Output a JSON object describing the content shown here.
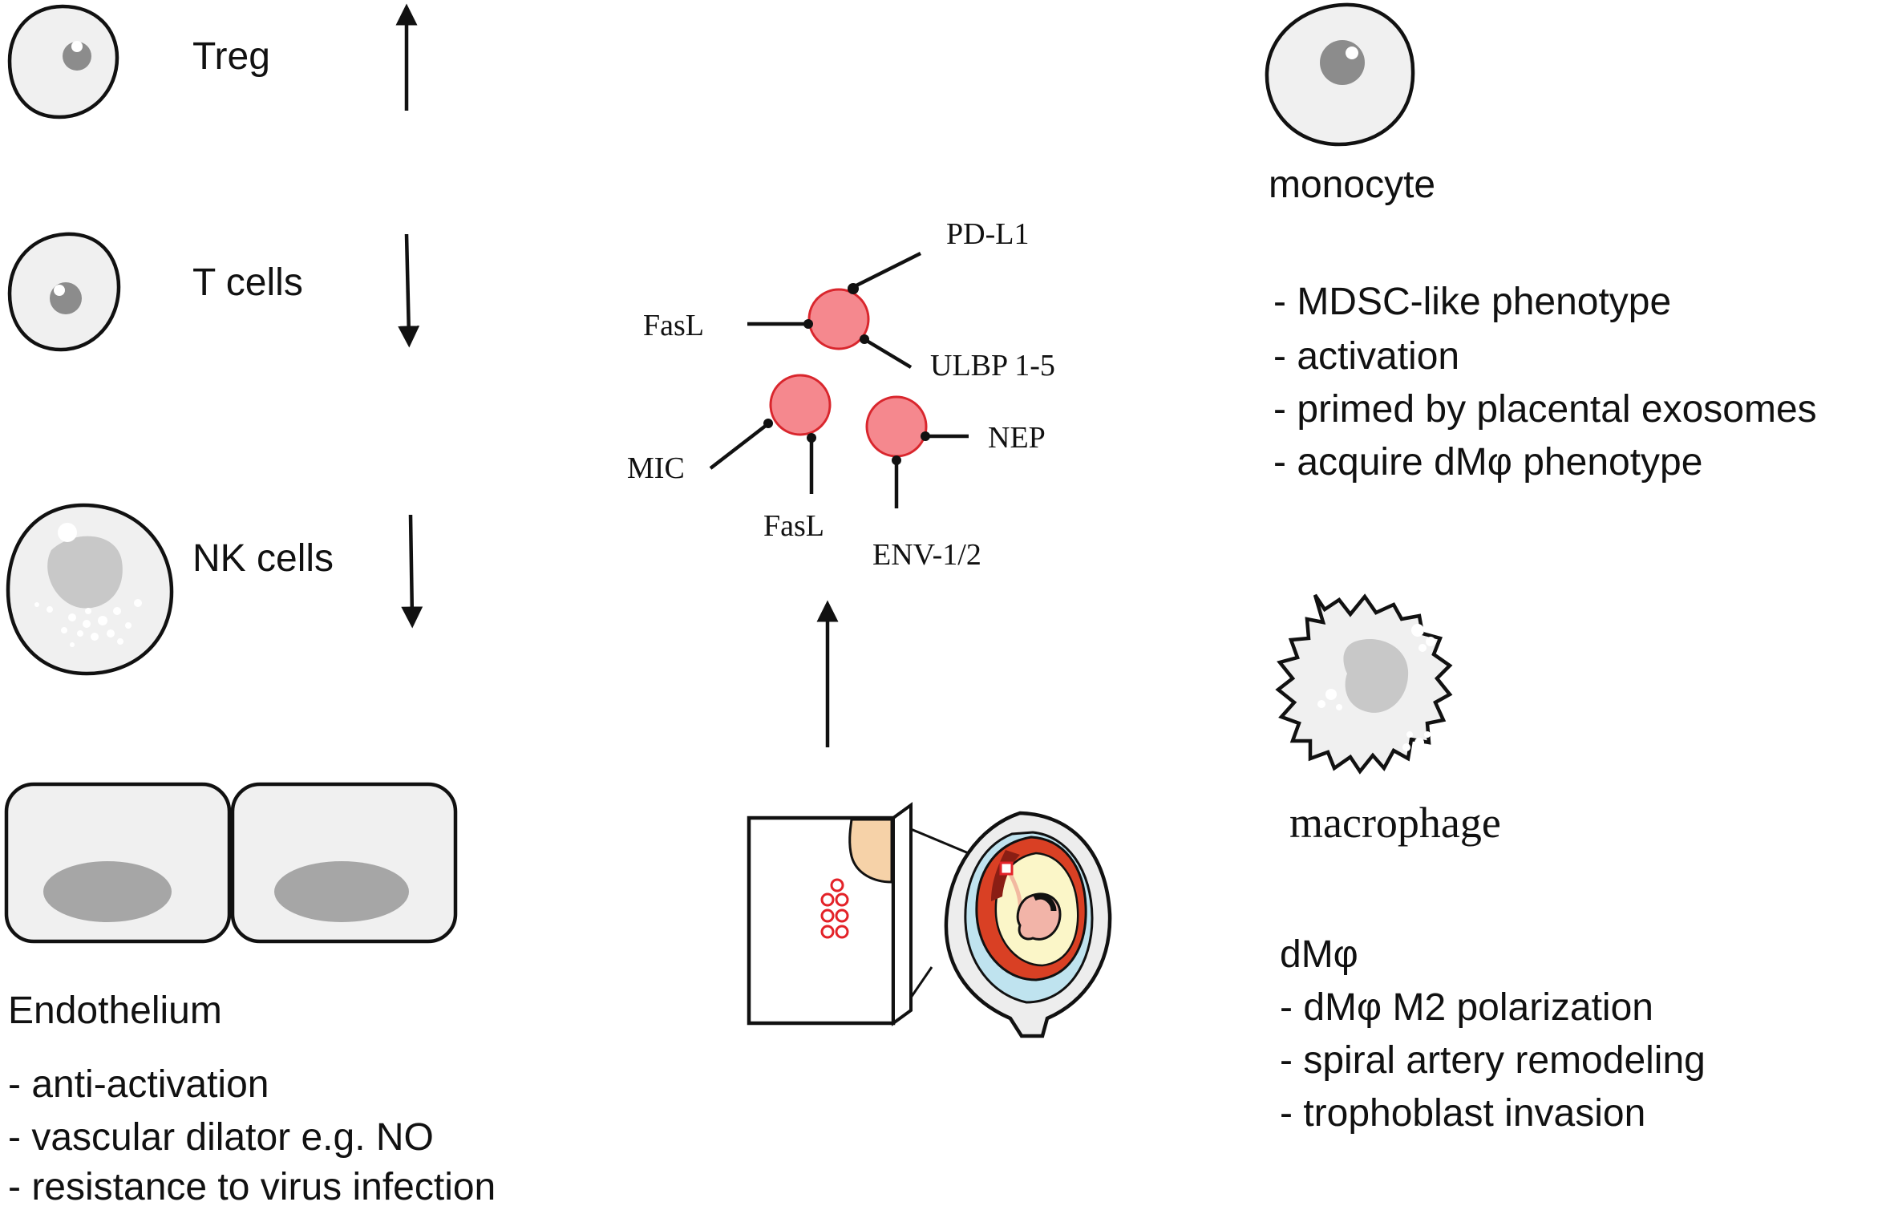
{
  "colors": {
    "exosome_fill": "#f5888e",
    "exosome_stroke": "#d9262d",
    "cell_fill": "#f0f0f0",
    "nucleus": "#8c8c8c",
    "endothelium_nucleus": "#a6a6a6"
  },
  "left": {
    "treg": {
      "label": "Treg",
      "trend": "up"
    },
    "tcells": {
      "label": "T cells",
      "trend": "down"
    },
    "nk": {
      "label": "NK cells",
      "trend": "down"
    },
    "endothelium": {
      "title": "Endothelium",
      "effects": [
        "- anti-activation",
        "- vascular dilator e.g. NO",
        "- resistance to virus infection"
      ]
    }
  },
  "center": {
    "markers": {
      "pdl1": "PD-L1",
      "fasl_top": "FasL",
      "ulbp": "ULBP 1-5",
      "mic": "MIC",
      "fasl_bottom": "FasL",
      "nep": "NEP",
      "env": "ENV-1/2"
    }
  },
  "right": {
    "monocyte": {
      "label": "monocyte",
      "effects": [
        "- MDSC-like phenotype",
        "- activation",
        "- primed by placental exosomes",
        "- acquire dMφ phenotype"
      ]
    },
    "macrophage": {
      "label": "macrophage"
    },
    "dm": {
      "title": "dMφ",
      "effects": [
        "- dMφ M2 polarization",
        "- spiral artery remodeling",
        "- trophoblast invasion"
      ]
    }
  }
}
